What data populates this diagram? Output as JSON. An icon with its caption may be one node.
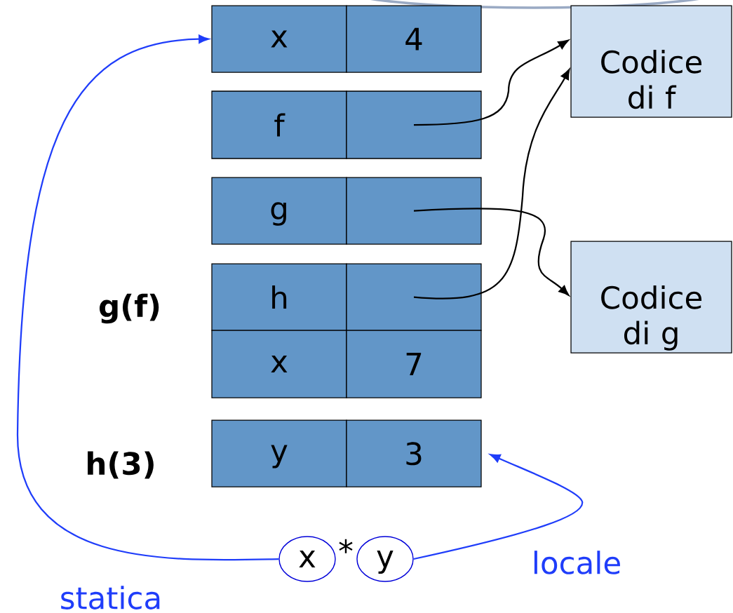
{
  "diagram": {
    "nodes": [
      {
        "text": [
          "x"
        ]
      },
      {
        "text": [
          "4"
        ]
      },
      {
        "text": [
          "f"
        ]
      },
      {
        "text": [],
        "shape": "box"
      },
      {
        "text": [
          "g"
        ]
      },
      {
        "text": [],
        "shape": "box"
      },
      {
        "text": [
          "h"
        ]
      },
      {
        "text": [],
        "shape": "box"
      },
      {
        "text": [
          "x"
        ]
      },
      {
        "text": [
          "7"
        ]
      },
      {
        "text": [
          "y"
        ]
      },
      {
        "text": [
          "3"
        ]
      },
      {
        "text": [
          "Codice di f"
        ]
      },
      {
        "text": [
          "Codice di g"
        ]
      },
      {
        "text": [
          "x"
        ]
      },
      {
        "text": [
          "y"
        ]
      }
    ],
    "edges": [
      {
        "from": 3,
        "to": 12,
        "arrow": "to"
      },
      {
        "from": 5,
        "to": 13,
        "arrow": "to"
      },
      {
        "from": 7,
        "to": 12,
        "arrow": "to"
      },
      {
        "from": 14,
        "to": 0,
        "arrow": "to",
        "label": "statica",
        "color": "#1f3dfa"
      },
      {
        "from": 15,
        "to": 11,
        "arrow": "to",
        "label": "locale",
        "color": "#1f3dfa"
      }
    ],
    "labels": [
      "g(f)",
      "h(3)",
      "*"
    ]
  }
}
